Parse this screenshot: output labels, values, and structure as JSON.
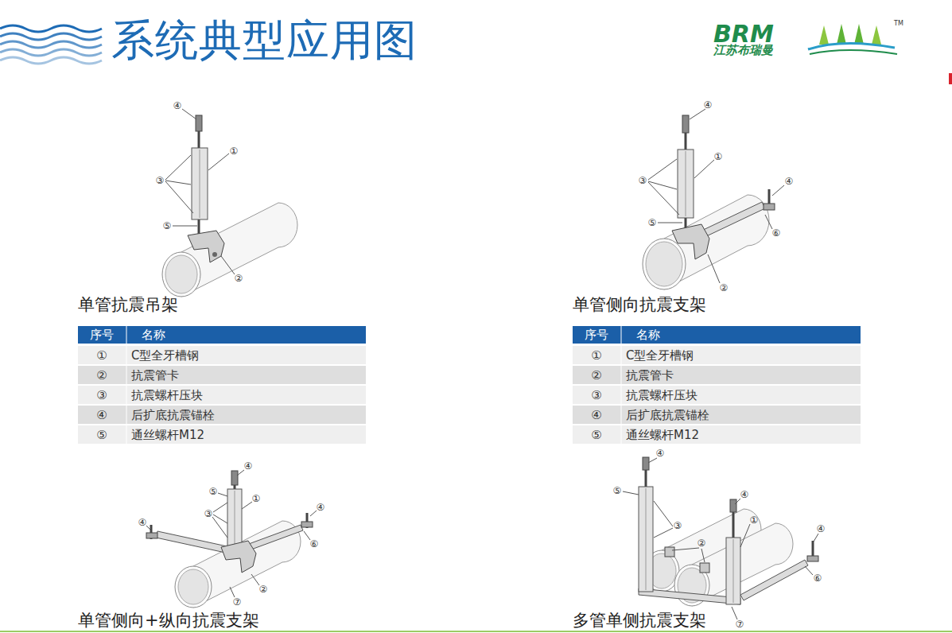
{
  "diagram": {
    "title": "系统典型应用图",
    "labels": [
      "BRM",
      "江苏布瑞曼",
      "TM",
      "④",
      "①",
      "③",
      "⑤",
      "②",
      "单管抗震吊架",
      "序号",
      "名称",
      "①",
      "C型全牙槽钢",
      "②",
      "抗震管卡",
      "③",
      "抗震螺杆压块",
      "④",
      "后扩底抗震锚栓",
      "⑤",
      "通丝螺杆M12",
      "④",
      "①",
      "③",
      "④",
      "⑤",
      "⑥",
      "②",
      "单管侧向抗震支架",
      "序号",
      "名称",
      "①",
      "C型全牙槽钢",
      "②",
      "抗震管卡",
      "③",
      "抗震螺杆压块",
      "④",
      "后扩底抗震锚栓",
      "⑤",
      "通丝螺杆M12",
      "④",
      "⑤",
      "①",
      "③",
      "④",
      "④",
      "⑥",
      "②",
      "⑦",
      "单管侧向+纵向抗震支架",
      "④",
      "⑤",
      "④",
      "①",
      "③",
      "②",
      "④",
      "⑥",
      "⑦",
      "多管单侧抗震支架"
    ]
  }
}
